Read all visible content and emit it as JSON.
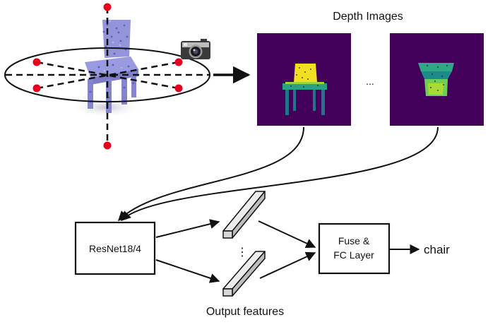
{
  "labels": {
    "depth_images": "Depth Images",
    "between_depths_ellipsis": "...",
    "backbone": "ResNet18/4",
    "fuse_line1": "Fuse &",
    "fuse_line2": "FC Layer",
    "output_class": "chair",
    "output_features": "Output features",
    "features_ellipsis": "⋮"
  },
  "icons": {
    "camera": "camera-icon",
    "viewpoint": "red-dot"
  },
  "colors": {
    "viewpoint_dot": "#e8001c",
    "depth_bg": "#43005a",
    "chair_cloud": "#8e8ed8",
    "chair_yellow": "#f0e020",
    "chair_green": "#2aa184",
    "feature_face": "#d6d6d6",
    "stroke": "#111111"
  }
}
